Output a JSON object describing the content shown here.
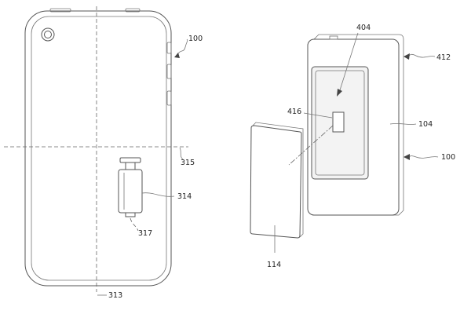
{
  "labels": {
    "ref_100_left": "100",
    "ref_315": "315",
    "ref_314": "314",
    "ref_317": "317",
    "ref_313": "313",
    "ref_404": "404",
    "ref_412": "412",
    "ref_416": "416",
    "ref_104": "104",
    "ref_100_right": "100",
    "ref_114": "114"
  }
}
